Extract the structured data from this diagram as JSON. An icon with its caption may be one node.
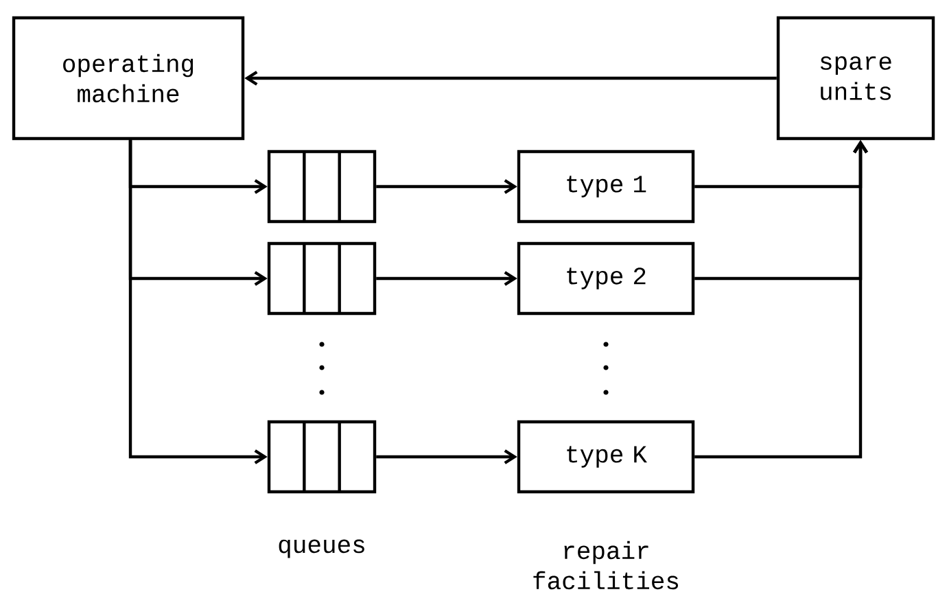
{
  "diagram": {
    "nodes": [
      {
        "text": [
          "operating machine"
        ]
      },
      {
        "text": [
          "spare units"
        ]
      },
      {
        "text": [],
        "shape": "queue"
      },
      {
        "text": [
          "type 1"
        ]
      },
      {
        "text": [],
        "shape": "queue"
      },
      {
        "text": [
          "type 2"
        ]
      },
      {
        "text": [],
        "shape": "queue"
      },
      {
        "text": [
          "type K"
        ]
      }
    ],
    "edges": [
      {
        "from": 1,
        "to": 0,
        "arrow": "to"
      },
      {
        "from": 0,
        "to": 2,
        "arrow": "to"
      },
      {
        "from": 0,
        "to": 4,
        "arrow": "to"
      },
      {
        "from": 0,
        "to": 6,
        "arrow": "to"
      },
      {
        "from": 2,
        "to": 3,
        "arrow": "to"
      },
      {
        "from": 4,
        "to": 5,
        "arrow": "to"
      },
      {
        "from": 6,
        "to": 7,
        "arrow": "to"
      },
      {
        "from": 3,
        "to": 1,
        "arrow": "to"
      },
      {
        "from": 5,
        "to": 1,
        "arrow": "to"
      },
      {
        "from": 7,
        "to": 1,
        "arrow": "to"
      }
    ],
    "labels": [
      "queues",
      "repair facilities"
    ]
  }
}
